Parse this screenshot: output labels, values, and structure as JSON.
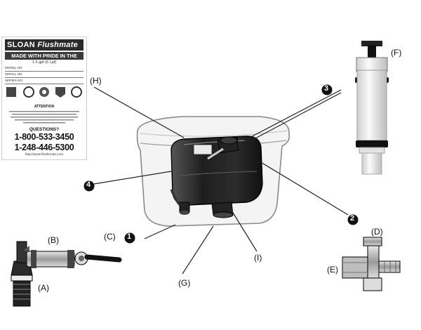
{
  "label_card": {
    "brand": "SLOAN",
    "brand_product": "Flushmate",
    "made": "MADE WITH PRIDE IN THE U.S.A.",
    "gpf": "1.6 gpf (6 Lpf)",
    "fields": [
      "MODEL NO.",
      "SERIAL NO.",
      "SERIES NO."
    ],
    "attention": "ATTENTION",
    "questions": "QUESTIONS?",
    "phone1": "1-800-533-3450",
    "phone2": "1-248-446-5300",
    "website": "http://www.flushmate.com"
  },
  "callouts": {
    "A": "(A)",
    "B": "(B)",
    "C": "(C)",
    "D": "(D)",
    "E": "(E)",
    "F": "(F)",
    "G": "(G)",
    "H": "(H)",
    "I": "(I)"
  },
  "steps": [
    "1",
    "2",
    "3",
    "4"
  ]
}
